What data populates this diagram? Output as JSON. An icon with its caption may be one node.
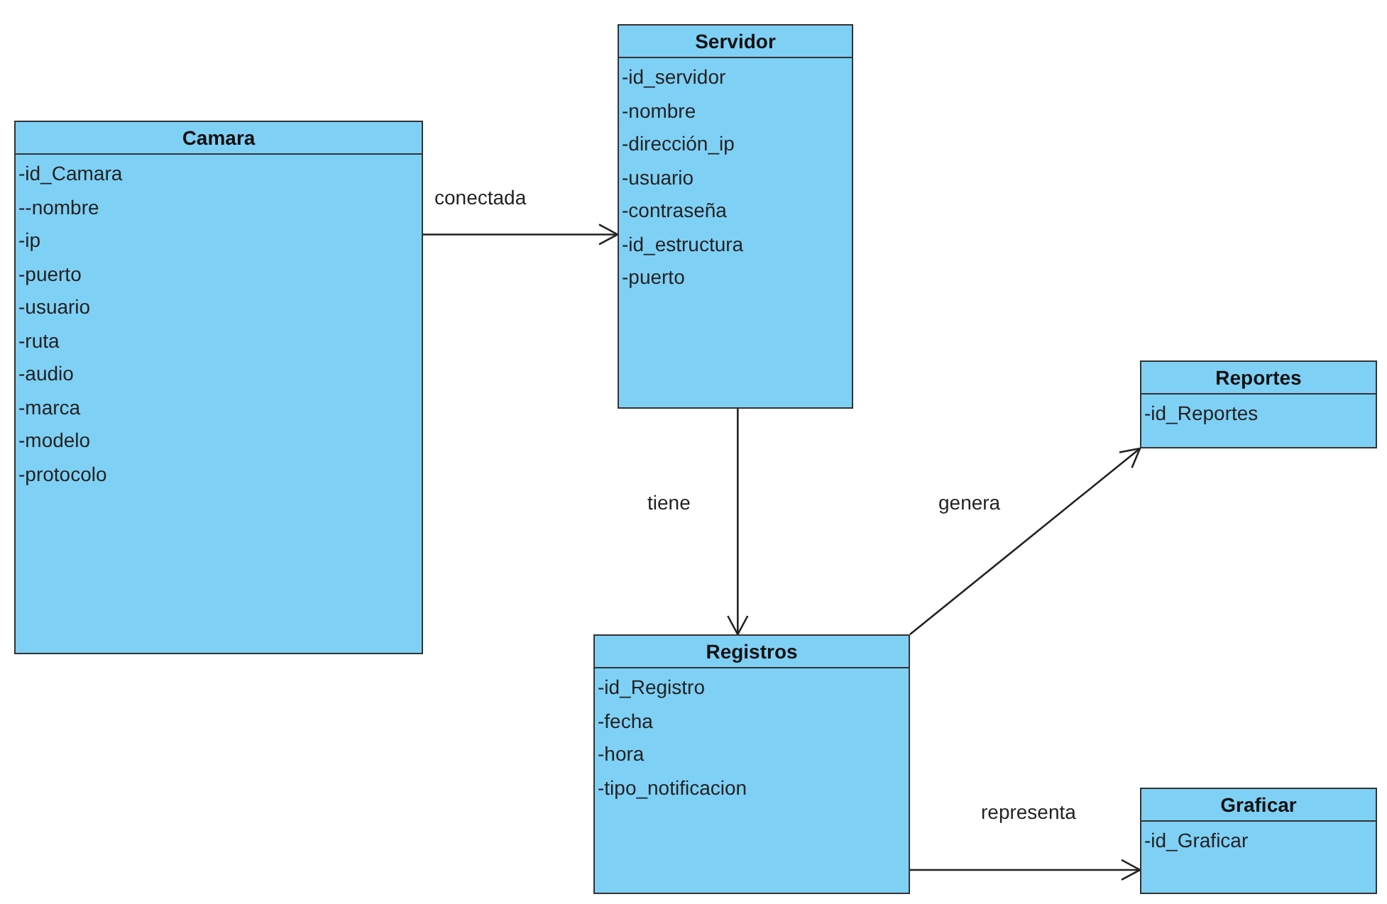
{
  "diagram": {
    "nodes": [
      {
        "text": [
          "Camara",
          "-id_Camara",
          "--nombre",
          "-ip",
          "-puerto",
          "-usuario",
          "-ruta",
          "-audio",
          "-marca",
          "-modelo",
          "-protocolo"
        ]
      },
      {
        "text": [
          "Servidor",
          "-id_servidor",
          "-nombre",
          "-dirección_ip",
          "-usuario",
          "-contraseña",
          "-id_estructura",
          "-puerto"
        ]
      },
      {
        "text": [
          "Reportes",
          "-id_Reportes"
        ]
      },
      {
        "text": [
          "Registros",
          "-id_Registro",
          "-fecha",
          "-hora",
          "-tipo_notificacion"
        ]
      },
      {
        "text": [
          "Graficar",
          "-id_Graficar"
        ]
      }
    ],
    "edges": [
      {
        "from": 0,
        "to": 1,
        "arrow": "to",
        "label": "conectada"
      },
      {
        "from": 1,
        "to": 3,
        "arrow": "to",
        "label": "tiene"
      },
      {
        "from": 3,
        "to": 2,
        "arrow": "to",
        "label": "genera"
      },
      {
        "from": 3,
        "to": 4,
        "arrow": "to",
        "label": "representa"
      }
    ]
  }
}
